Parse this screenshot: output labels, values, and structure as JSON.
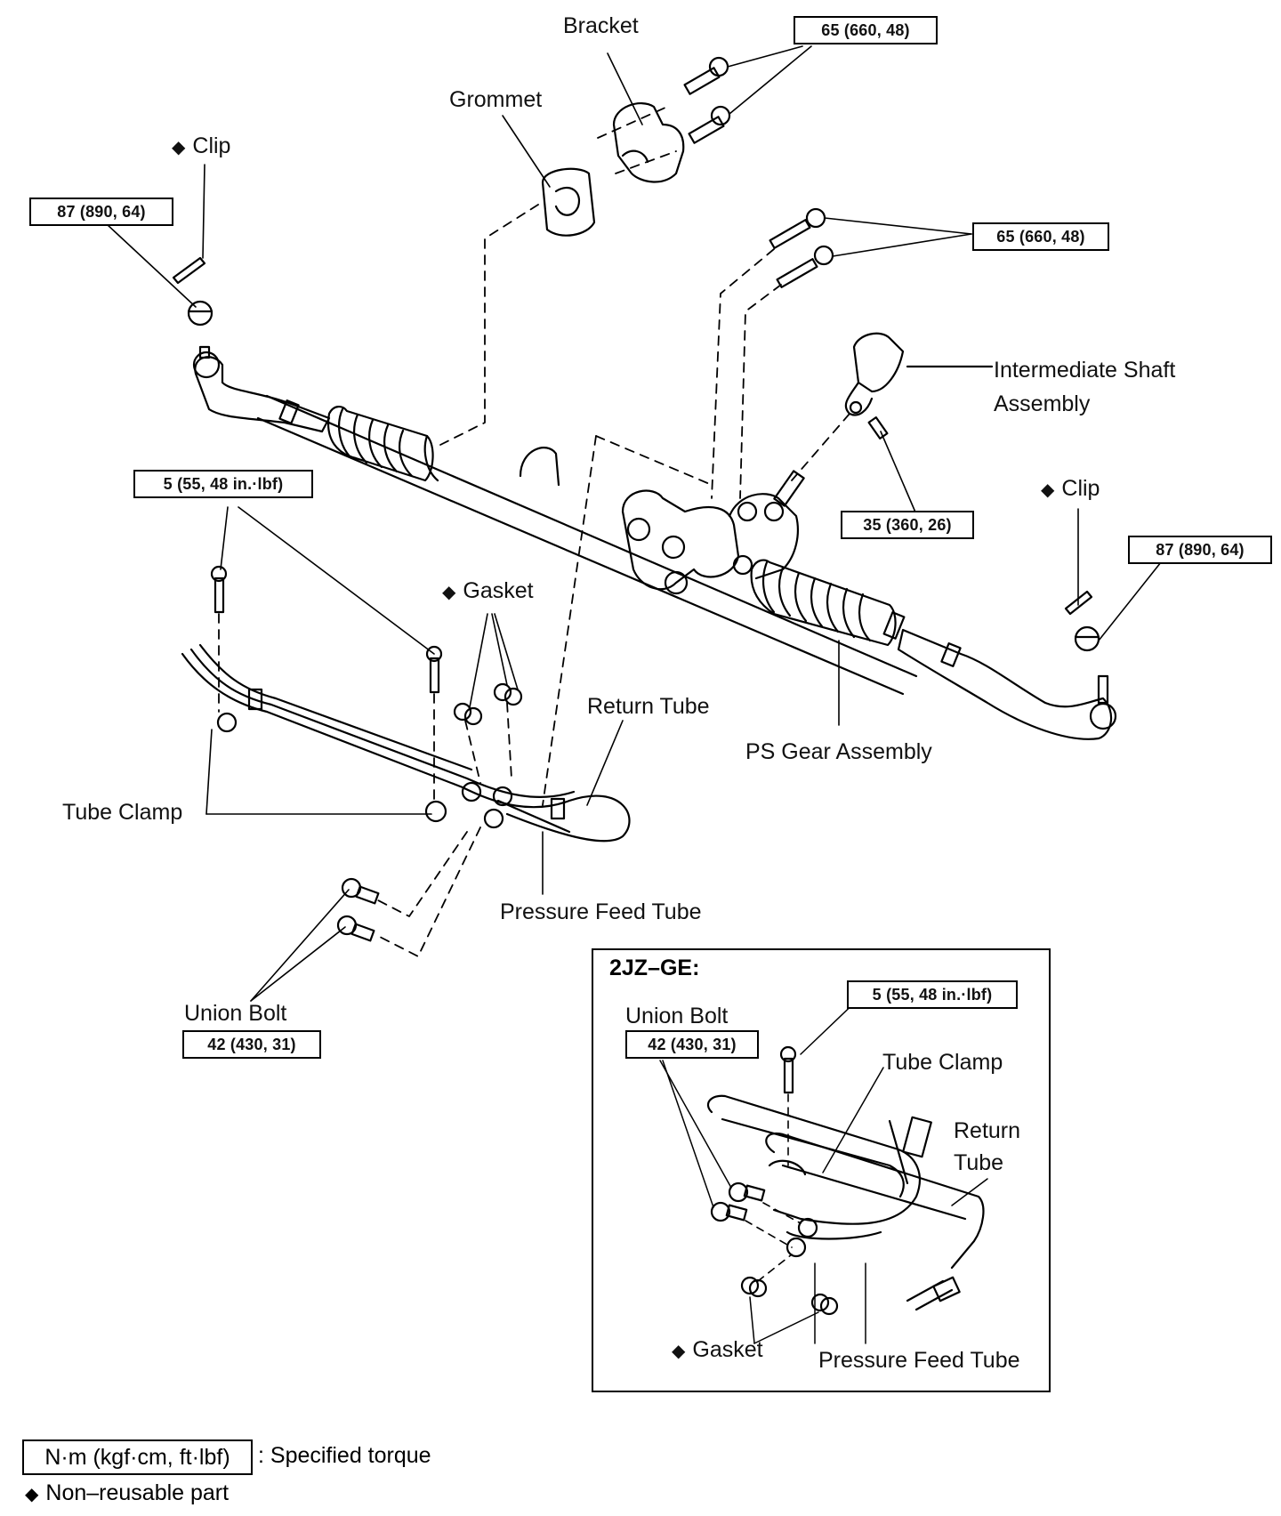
{
  "diagram": {
    "labels": {
      "bracket": "Bracket",
      "grommet": "Grommet",
      "clip_left": "Clip",
      "clip_right": "Clip",
      "intermediate_shaft_line1": "Intermediate Shaft",
      "intermediate_shaft_line2": "Assembly",
      "gasket": "Gasket",
      "return_tube": "Return Tube",
      "ps_gear_assembly": "PS Gear Assembly",
      "tube_clamp": "Tube Clamp",
      "pressure_feed_tube": "Pressure Feed Tube",
      "union_bolt": "Union Bolt"
    },
    "torque_specs": {
      "bracket_bolts": "65 (660, 48)",
      "gear_mount_bolts": "65 (660, 48)",
      "tie_rod_nut_left": "87 (890, 64)",
      "tie_rod_nut_right": "87 (890, 64)",
      "intermediate_shaft_bolt": "35 (360, 26)",
      "tube_clamp_bolt": "5 (55, 48 in.·lbf)",
      "union_bolt": "42 (430, 31)"
    },
    "non_reusable_marker": "◆",
    "inset": {
      "title": "2JZ–GE:",
      "labels": {
        "union_bolt": "Union Bolt",
        "tube_clamp": "Tube Clamp",
        "return_tube_line1": "Return",
        "return_tube_line2": "Tube",
        "gasket": "Gasket",
        "pressure_feed_tube": "Pressure Feed Tube"
      },
      "torque_specs": {
        "tube_clamp_bolt": "5 (55, 48 in.·lbf)",
        "union_bolt": "42 (430, 31)"
      }
    },
    "legend": {
      "unit_box": "N·m (kgf·cm, ft·lbf)",
      "unit_desc": ": Specified torque",
      "non_reusable": "Non–reusable part"
    }
  }
}
